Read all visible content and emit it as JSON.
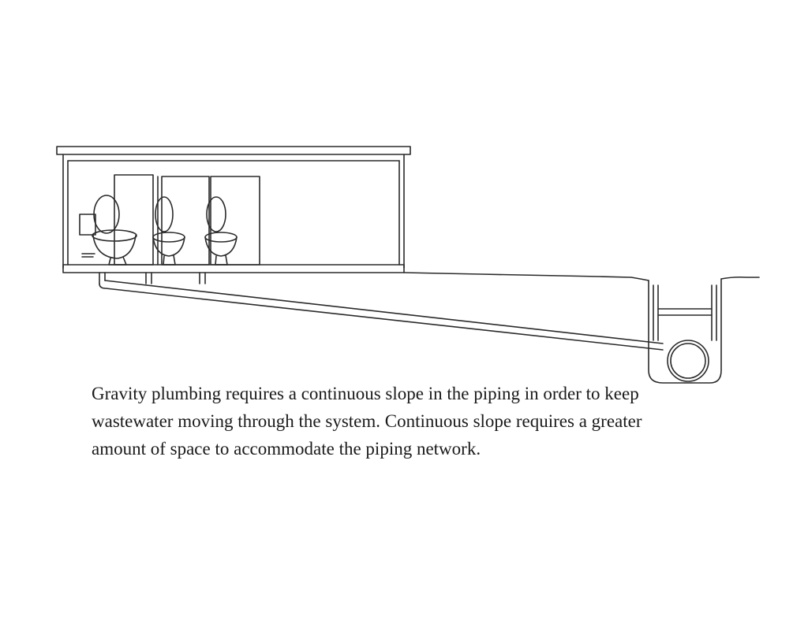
{
  "caption": "Gravity plumbing requires a continuous slope in the piping in order to keep wastewater moving through the system. Continuous slope requires a greater amount of space to accommodate the piping network.",
  "diagram": {
    "fixtures": [
      "toilet",
      "toilet",
      "toilet"
    ],
    "line_color": "#2a2a2a",
    "background": "#ffffff"
  }
}
